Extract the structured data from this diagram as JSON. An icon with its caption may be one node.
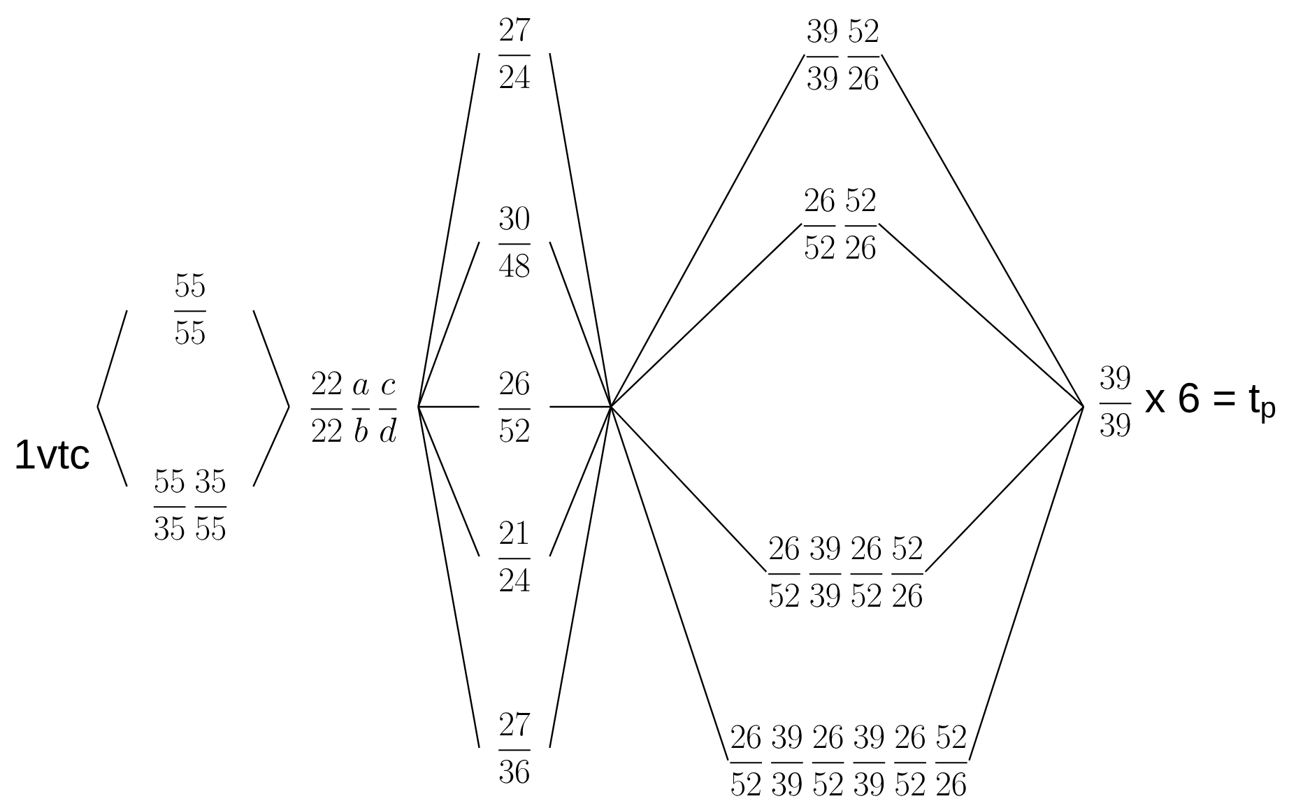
{
  "diagram": {
    "nodes": [
      {
        "text": [
          "1vtc"
        ]
      },
      {
        "text": [
          "\\frac{55}{55}"
        ]
      },
      {
        "text": [
          "\\frac{55}{35}\\,\\frac{35}{55}"
        ]
      },
      {
        "text": [
          "\\frac{22}{22}\\,\\frac{a}{b}\\,\\frac{c}{d}"
        ]
      },
      {
        "text": [
          "\\frac{27}{24}"
        ]
      },
      {
        "text": [
          "\\frac{30}{48}"
        ]
      },
      {
        "text": [
          "\\frac{26}{52}"
        ]
      },
      {
        "text": [
          "\\frac{21}{24}"
        ]
      },
      {
        "text": [
          "\\frac{27}{36}"
        ]
      },
      {
        "text": [
          "\\frac{39}{39}\\,\\frac{52}{26}"
        ]
      },
      {
        "text": [
          "\\frac{26}{52}\\,\\frac{52}{26}"
        ]
      },
      {
        "text": [
          "\\frac{26}{52}\\,\\frac{39}{39}\\,\\frac{26}{52}\\,\\frac{52}{26}"
        ]
      },
      {
        "text": [
          "\\frac{26}{52}\\,\\frac{39}{39}\\,\\frac{26}{52}\\,\\frac{39}{39}\\,\\frac{26}{52}\\,\\frac{52}{26}"
        ]
      },
      {
        "text": [
          "\\frac{39}{39}",
          "x 6 = t$_{p}$"
        ]
      }
    ],
    "edges": [
      {
        "from": 0,
        "to": 1,
        "arrow": "none"
      },
      {
        "from": 0,
        "to": 2,
        "arrow": "none"
      },
      {
        "from": 1,
        "to": 3,
        "arrow": "none"
      },
      {
        "from": 2,
        "to": 3,
        "arrow": "none"
      },
      {
        "from": 3,
        "to": 4,
        "arrow": "none"
      },
      {
        "from": 3,
        "to": 5,
        "arrow": "none"
      },
      {
        "from": 3,
        "to": 6,
        "arrow": "none"
      },
      {
        "from": 3,
        "to": 7,
        "arrow": "none"
      },
      {
        "from": 3,
        "to": 8,
        "arrow": "none"
      },
      {
        "from": 4,
        "to": 9,
        "arrow": "none"
      },
      {
        "from": 4,
        "to": 10,
        "arrow": "none"
      },
      {
        "from": 4,
        "to": 11,
        "arrow": "none"
      },
      {
        "from": 4,
        "to": 12,
        "arrow": "none"
      },
      {
        "from": 5,
        "to": 9,
        "arrow": "none"
      },
      {
        "from": 5,
        "to": 10,
        "arrow": "none"
      },
      {
        "from": 5,
        "to": 11,
        "arrow": "none"
      },
      {
        "from": 5,
        "to": 12,
        "arrow": "none"
      },
      {
        "from": 6,
        "to": 9,
        "arrow": "none"
      },
      {
        "from": 6,
        "to": 10,
        "arrow": "none"
      },
      {
        "from": 6,
        "to": 11,
        "arrow": "none"
      },
      {
        "from": 6,
        "to": 12,
        "arrow": "none"
      },
      {
        "from": 7,
        "to": 9,
        "arrow": "none"
      },
      {
        "from": 7,
        "to": 10,
        "arrow": "none"
      },
      {
        "from": 7,
        "to": 11,
        "arrow": "none"
      },
      {
        "from": 7,
        "to": 12,
        "arrow": "none"
      },
      {
        "from": 8,
        "to": 9,
        "arrow": "none"
      },
      {
        "from": 8,
        "to": 10,
        "arrow": "none"
      },
      {
        "from": 8,
        "to": 11,
        "arrow": "none"
      },
      {
        "from": 8,
        "to": 12,
        "arrow": "none"
      },
      {
        "from": 9,
        "to": 13,
        "arrow": "none"
      },
      {
        "from": 10,
        "to": 13,
        "arrow": "none"
      },
      {
        "from": 11,
        "to": 13,
        "arrow": "none"
      },
      {
        "from": 12,
        "to": 13,
        "arrow": "none"
      }
    ]
  }
}
